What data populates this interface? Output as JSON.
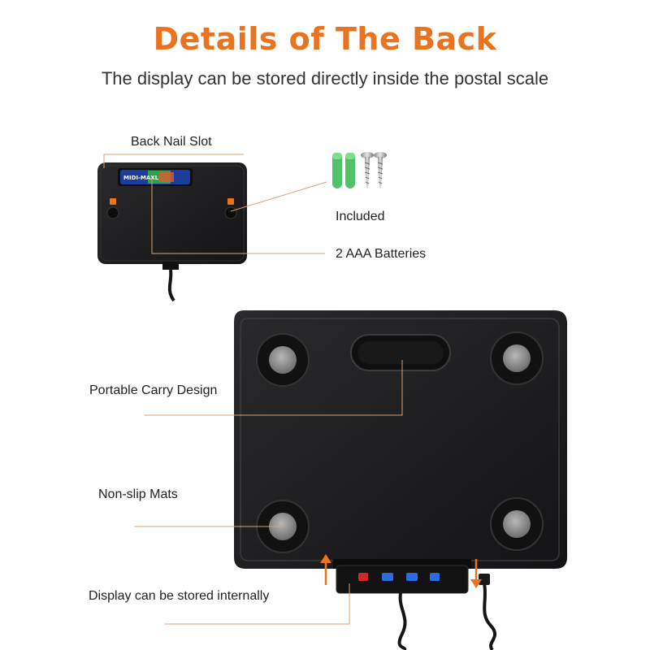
{
  "header": {
    "title": "Details of The Back",
    "subtitle": "The display can be stored directly inside the postal scale"
  },
  "callouts": {
    "back_nail_slot": "Back Nail Slot",
    "included": "Included",
    "batteries": "2 AAA Batteries",
    "carry": "Portable Carry Design",
    "mats": "Non-slip Mats",
    "display_stored": "Display can be stored internally"
  },
  "battery_brand": "MIDI-MAXL",
  "colors": {
    "accent": "#ea7320",
    "device": "#1c1c1e",
    "battery_green": "#4fc26a",
    "callout_line": "#d9a070"
  }
}
